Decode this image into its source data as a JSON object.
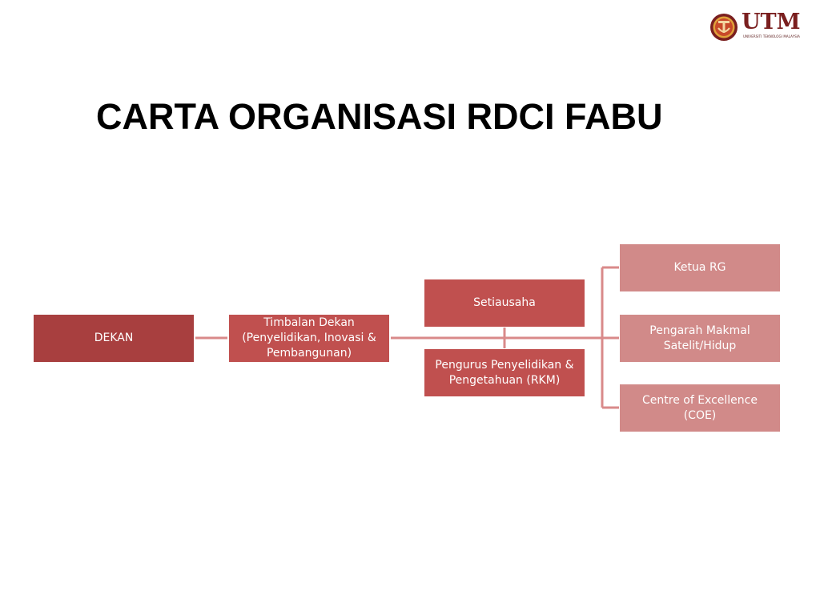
{
  "logo": {
    "word": "UTM",
    "subtitle": "UNIVERSITI TEKNOLOGI MALAYSIA",
    "colors": {
      "primary": "#7a1f1f",
      "accent": "#c84a2a",
      "ring": "#e0a23a"
    }
  },
  "title": "CARTA ORGANISASI RDCI FABU",
  "chart": {
    "nodes": {
      "dekan": "DEKAN",
      "timbalan": "Timbalan Dekan (Penyelidikan, Inovasi & Pembangunan)",
      "setiausaha": "Setiausaha",
      "pengurus": "Pengurus Penyelidikan & Pengetahuan (RKM)",
      "ketua": "Ketua RG",
      "pengarah": "Pengarah Makmal Satelit/Hidup",
      "coe": "Centre of Excellence (COE)"
    },
    "colors": {
      "level1": "#a83f3f",
      "level2": "#c0504f",
      "level3": "#c0504f",
      "level4": "#d18a89",
      "connector": "#d98a8a"
    }
  }
}
